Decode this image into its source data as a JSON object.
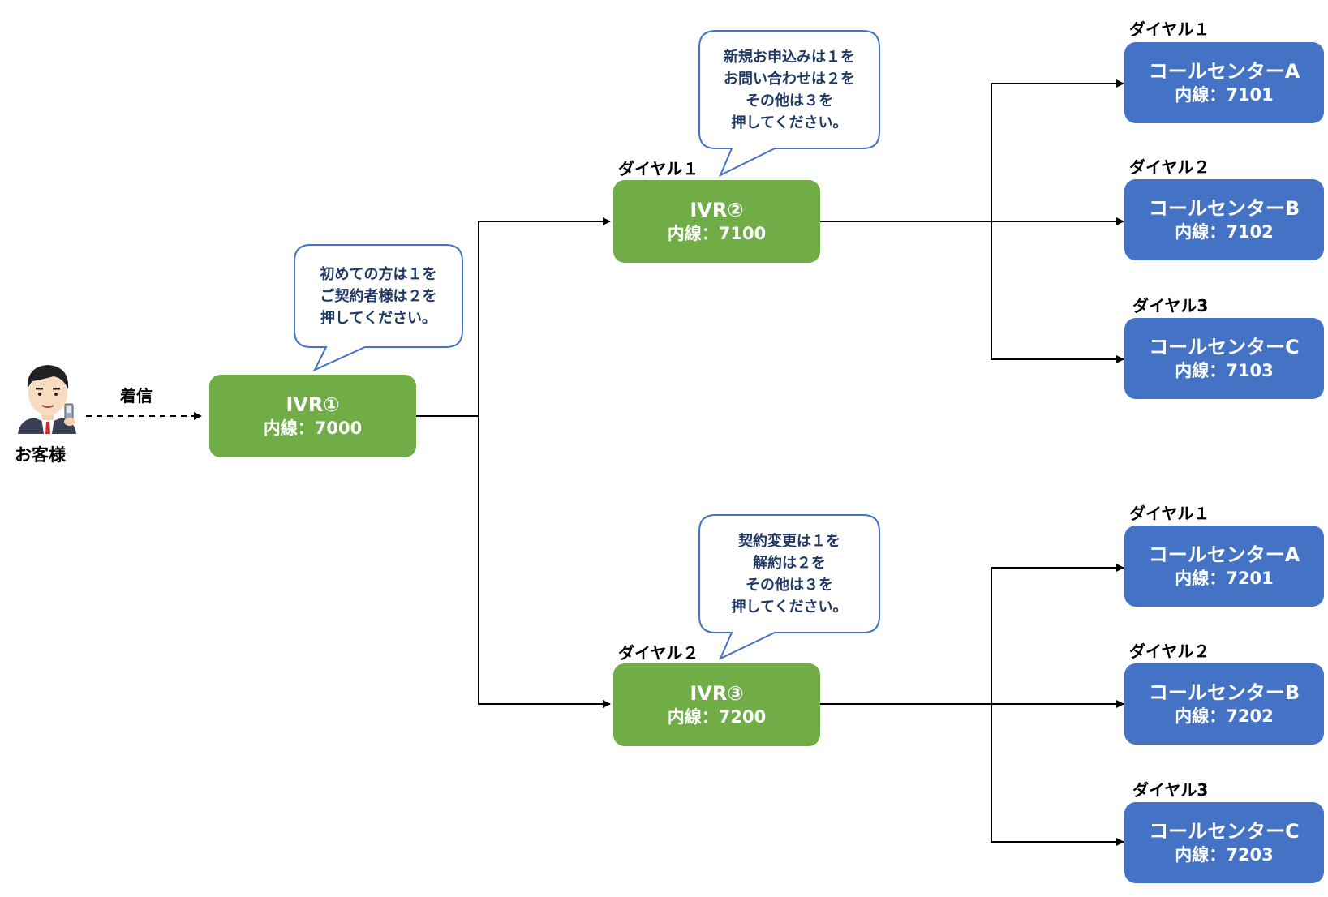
{
  "colors": {
    "ivr": "#70ad47",
    "call_center": "#4472c4",
    "bubble_border": "#4472c4",
    "bubble_text": "#1f3864",
    "line": "#000000"
  },
  "customer": {
    "label": "お客様",
    "icon": "businessman-phone-icon"
  },
  "incoming_label": "着信",
  "ivr1": {
    "title": "IVR①",
    "ext": "内線：7000"
  },
  "ivr2": {
    "title": "IVR②",
    "ext": "内線：7100",
    "dial": "ダイヤル１"
  },
  "ivr3": {
    "title": "IVR③",
    "ext": "内線：7200",
    "dial": "ダイヤル２"
  },
  "bubble1": {
    "lines": [
      "初めての方は１を",
      "ご契約者様は２を",
      "押してください。"
    ]
  },
  "bubble2": {
    "lines": [
      "新規お申込みは１を",
      "お問い合わせは２を",
      "その他は３を",
      "押してください。"
    ]
  },
  "bubble3": {
    "lines": [
      "契約変更は１を",
      "解約は２を",
      "その他は３を",
      "押してください。"
    ]
  },
  "cc_upper": [
    {
      "dial": "ダイヤル１",
      "title": "コールセンターA",
      "ext": "内線：7101"
    },
    {
      "dial": "ダイヤル２",
      "title": "コールセンターB",
      "ext": "内線：7102"
    },
    {
      "dial": "ダイヤル3",
      "title": "コールセンターC",
      "ext": "内線：7103"
    }
  ],
  "cc_lower": [
    {
      "dial": "ダイヤル１",
      "title": "コールセンターA",
      "ext": "内線：7201"
    },
    {
      "dial": "ダイヤル２",
      "title": "コールセンターB",
      "ext": "内線：7202"
    },
    {
      "dial": "ダイヤル3",
      "title": "コールセンターC",
      "ext": "内線：7203"
    }
  ]
}
